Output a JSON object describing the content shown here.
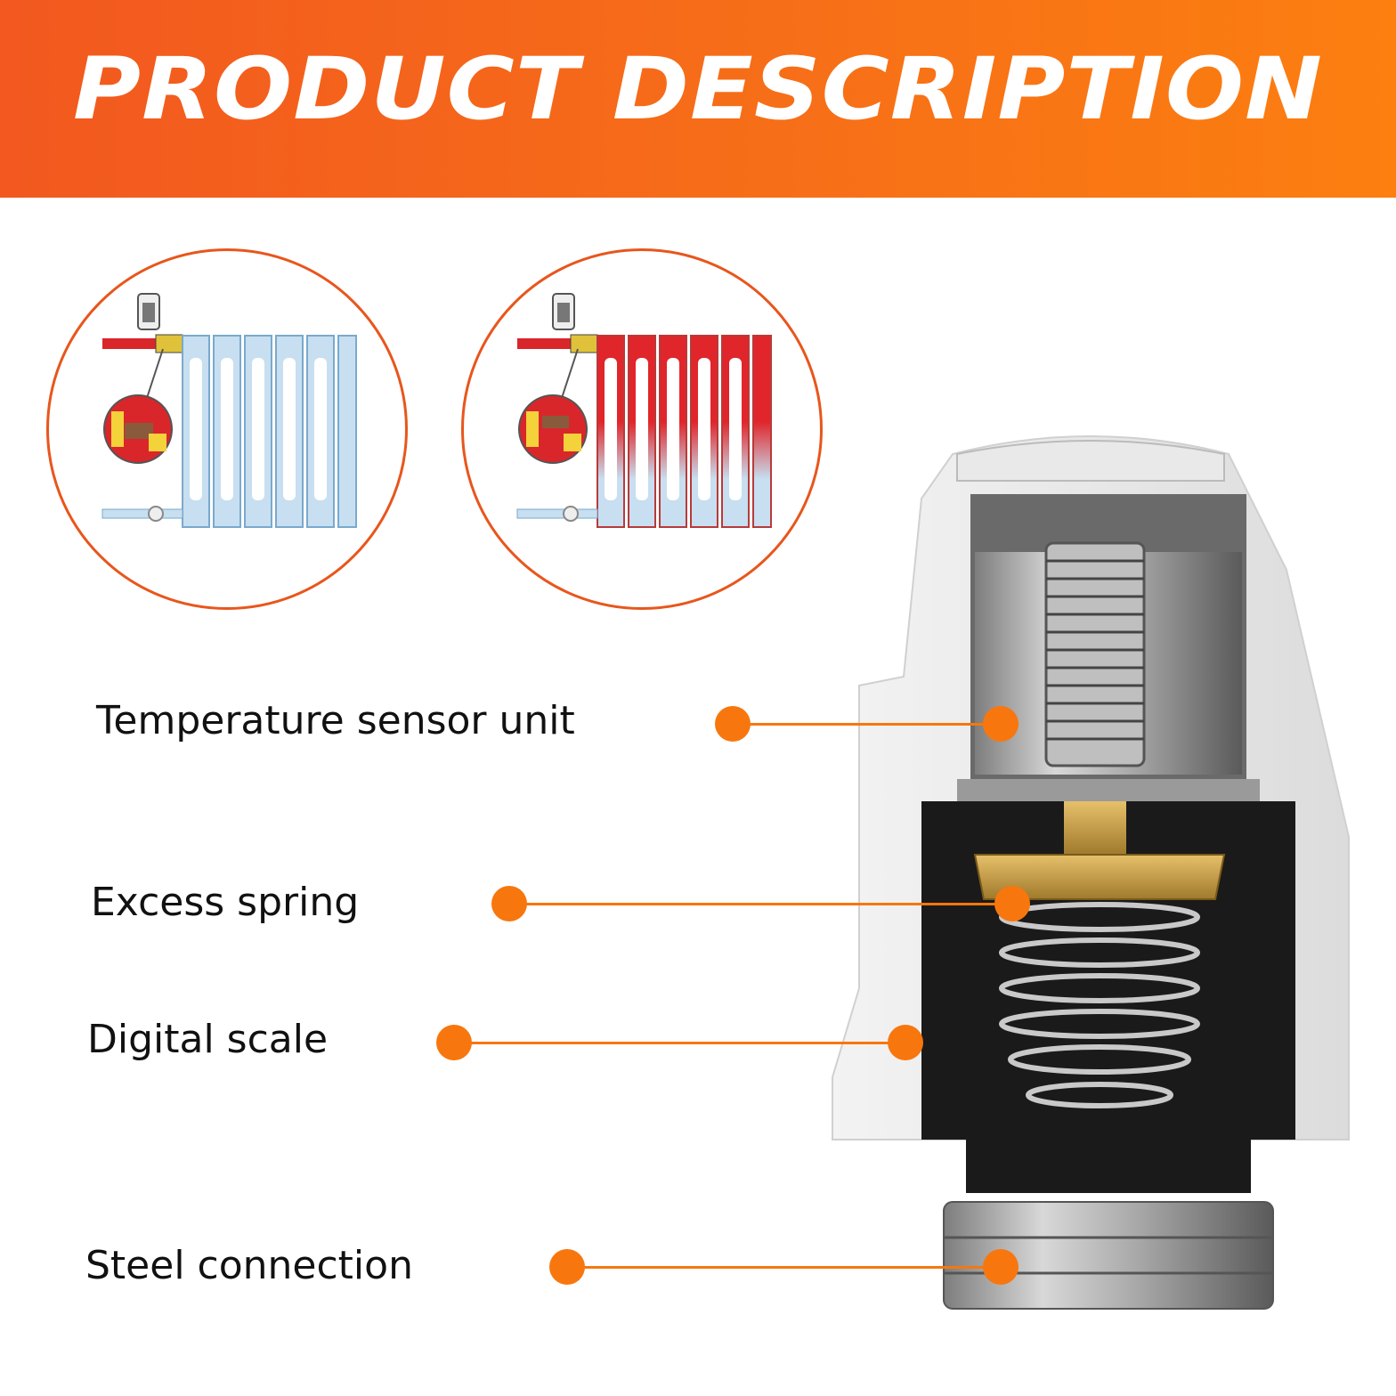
{
  "banner": {
    "title": "PRODUCT DESCRIPTION"
  },
  "colors": {
    "banner_start": "#f2581f",
    "banner_end": "#fc7f10",
    "accent": "#f7770e",
    "circle_border": "#e8561c"
  },
  "illustrations": [
    {
      "name": "radiator-cold",
      "state": "cold"
    },
    {
      "name": "radiator-hot",
      "state": "hot"
    }
  ],
  "callouts": [
    {
      "id": "temperature-sensor",
      "label": "Temperature sensor unit"
    },
    {
      "id": "excess-spring",
      "label": "Excess spring"
    },
    {
      "id": "digital-scale",
      "label": "Digital scale"
    },
    {
      "id": "steel-connection",
      "label": "Steel connection"
    }
  ]
}
